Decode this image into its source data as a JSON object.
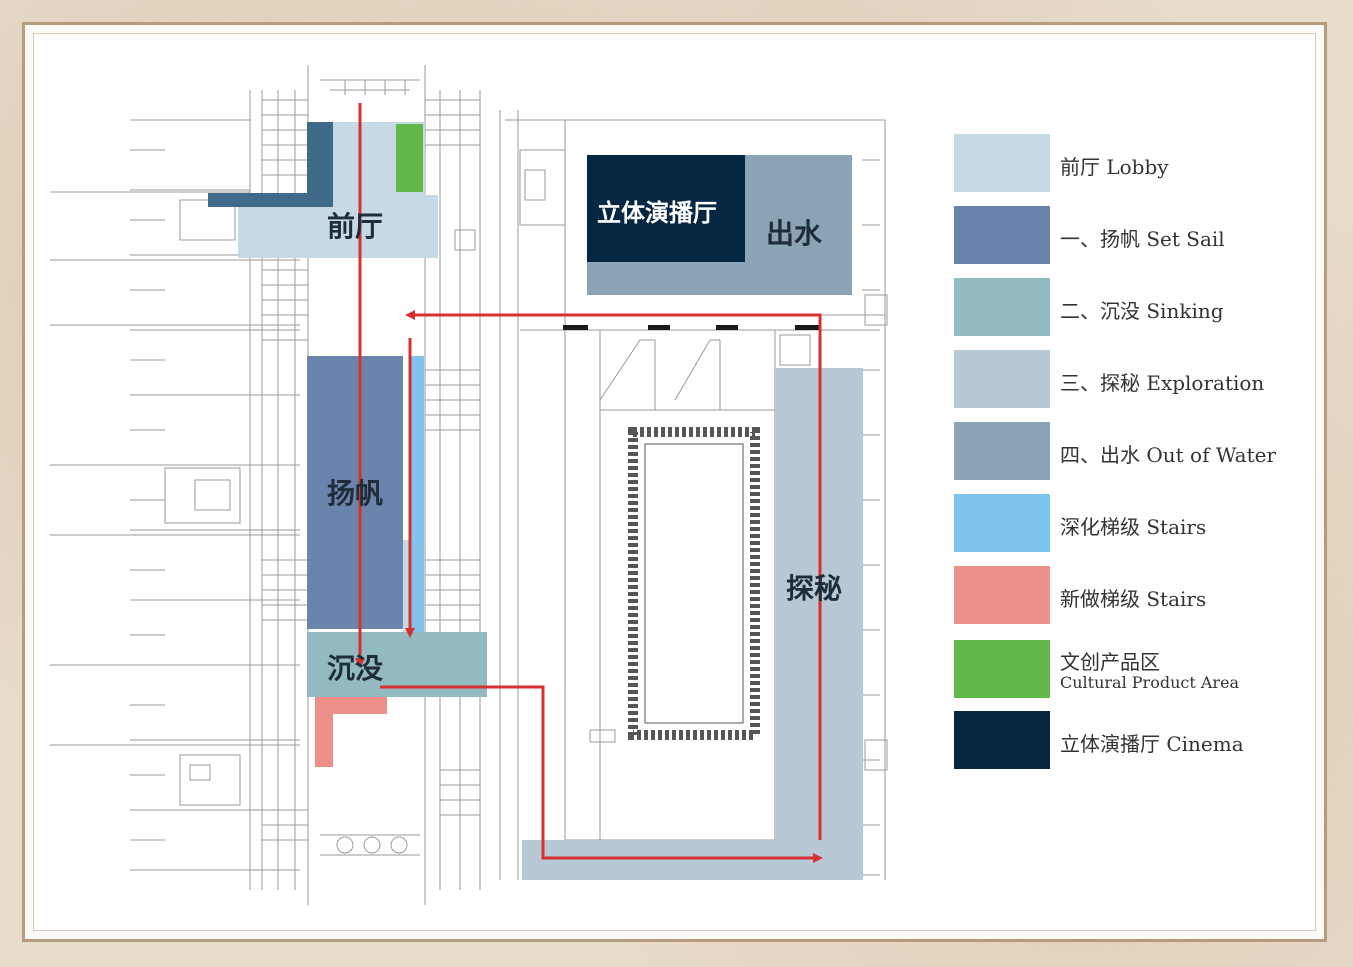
{
  "colors": {
    "lobby": "#c6dae6",
    "set_sail": "#6b84ab",
    "sinking": "#93bac1",
    "exploration": "#b8c8d5",
    "out_of_water": "#8aa3b5",
    "stairs_deepened": "#7fc4ec",
    "stairs_new": "#ee8f8a",
    "cultural": "#62b849",
    "cinema": "#052742",
    "route": "#d63030"
  },
  "zones": {
    "lobby": "前厅",
    "set_sail": "扬帆",
    "sinking": "沉没",
    "exploration": "探秘",
    "out_of_water": "出水",
    "cinema": "立体演播厅"
  },
  "legend": [
    {
      "key": "lobby",
      "label": "前厅 Lobby"
    },
    {
      "key": "set_sail",
      "label": "一、扬帆 Set Sail"
    },
    {
      "key": "sinking",
      "label": "二、沉没 Sinking"
    },
    {
      "key": "exploration",
      "label": "三、探秘 Exploration"
    },
    {
      "key": "out_of_water",
      "label": "四、出水 Out of Water"
    },
    {
      "key": "stairs_deepened",
      "label": "深化梯级 Stairs"
    },
    {
      "key": "stairs_new",
      "label": "新做梯级 Stairs"
    },
    {
      "key": "cultural",
      "label": "文创产品区",
      "sub": "Cultural Product Area"
    },
    {
      "key": "cinema",
      "label": "立体演播厅 Cinema"
    }
  ]
}
